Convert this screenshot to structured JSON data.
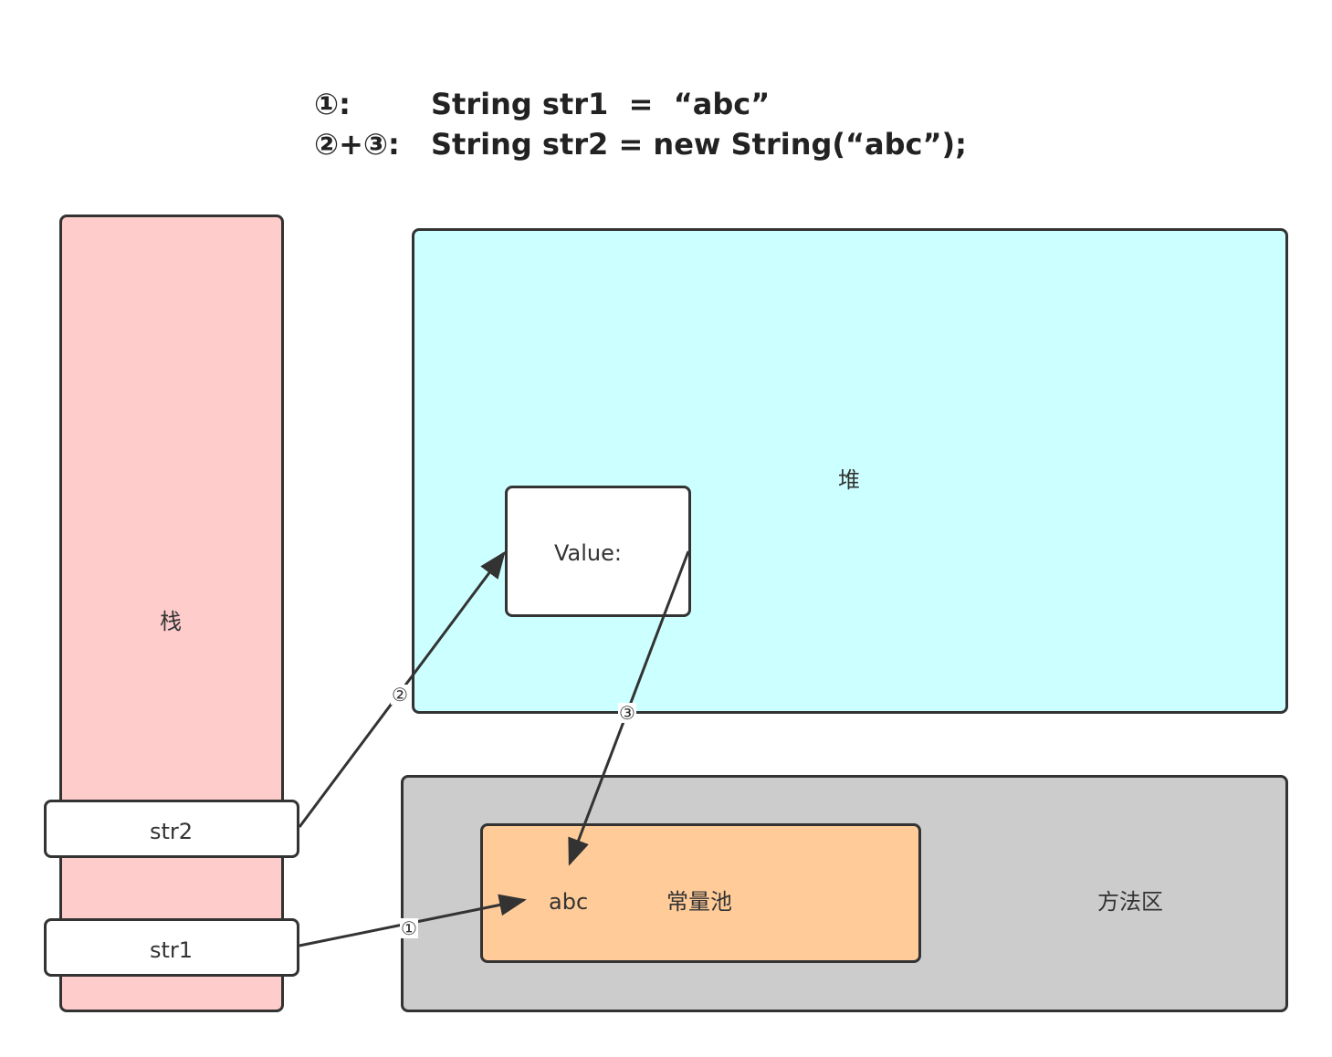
{
  "code": {
    "line1": {
      "marker": "①:",
      "text": "String str1  =  “abc”"
    },
    "line2": {
      "marker": "②+③:",
      "text": "String str2 = new String(“abc”);"
    }
  },
  "regions": {
    "stack": "栈",
    "heap": "堆",
    "method_area": "方法区",
    "constant_pool": "常量池"
  },
  "objects": {
    "value": "Value:",
    "constant": "abc",
    "str2": "str2",
    "str1": "str1"
  },
  "steps": {
    "step1": "①",
    "step2": "②",
    "step3": "③"
  },
  "colors": {
    "stack": "#ffcccc",
    "heap": "#ccffff",
    "method_area": "#cccccc",
    "constant_pool": "#ffcc99",
    "stroke": "#333333"
  }
}
